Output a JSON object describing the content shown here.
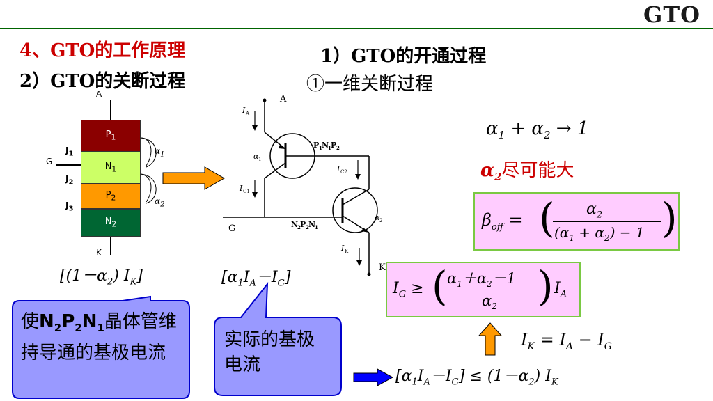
{
  "header": {
    "logo": "GTO"
  },
  "titles": {
    "section": "4、GTO的工作原理",
    "sub_turnoff": "2）GTO的关断过程",
    "sub_turnon": "1）GTO的开通过程",
    "one_dim": "①一维关断过程"
  },
  "structure": {
    "anode": "A",
    "cathode": "K",
    "gate": "G",
    "layers": [
      "P1",
      "N1",
      "P2",
      "N2"
    ],
    "junctions": [
      "J1",
      "J2",
      "J3"
    ],
    "alpha_labels": [
      "α1",
      "α2"
    ]
  },
  "equivalent_circuit": {
    "anode": "A",
    "cathode": "K",
    "gate": "G",
    "current_labels": [
      "IA",
      "IC1",
      "IC2",
      "IK"
    ],
    "transistor1": "P1N1P2",
    "transistor2": "N2P2N1",
    "alpha_labels": [
      "α1",
      "α2"
    ]
  },
  "equations": {
    "alpha_sum": "α1 + α2 → 1",
    "alpha2_large": "α2尽可能大",
    "beta_off": "βoff = ( α2 / ((α1 + α2) − 1) )",
    "ig_condition": "IG ≥ ( (α1 + α2 − 1) / α2 ) IA",
    "ik_relation": "IK = IA − IG",
    "expr_left": "[(1 − α2) IK]",
    "expr_mid": "[α1 IA − IG]",
    "inequality": "[α1 IA − IG] ≤ (1 − α2) IK"
  },
  "callouts": {
    "left": "使N2P2N1晶体管维持导通的基极电流",
    "mid": "实际的基极电流"
  },
  "colors": {
    "title_red": "#cc0000",
    "p1": "#8b0000",
    "n1": "#ccff66",
    "p2": "#ff9900",
    "n2": "#006633",
    "callout_fill": "#9999ff",
    "callout_border": "#0000cc",
    "formula_box": "#ffccff",
    "formula_border": "#7ac943",
    "arrow_orange": "#ff9900",
    "arrow_blue": "#0000ff"
  }
}
